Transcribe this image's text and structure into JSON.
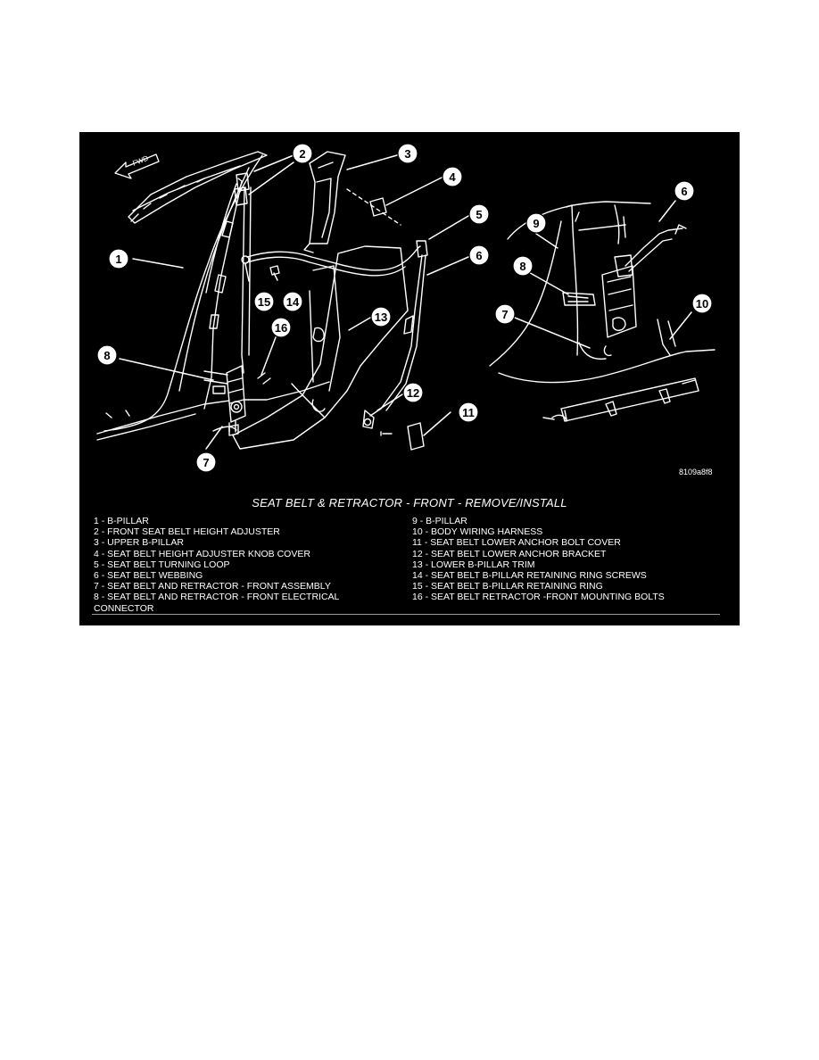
{
  "figure": {
    "title": "SEAT BELT & RETRACTOR - FRONT - REMOVE/INSTALL",
    "code": "8109a8f8",
    "fwd_label": "FWD",
    "colors": {
      "background": "#000000",
      "line": "#ffffff",
      "callout_fill": "#ffffff"
    }
  },
  "callouts": [
    "1",
    "2",
    "3",
    "4",
    "5",
    "6",
    "13",
    "15",
    "14",
    "16",
    "8",
    "7",
    "12",
    "11",
    "9",
    "6",
    "8",
    "7",
    "10"
  ],
  "legend": {
    "left": [
      "1 - B-PILLAR",
      "2 - FRONT SEAT BELT HEIGHT ADJUSTER",
      "3 - UPPER B-PILLAR",
      "4 - SEAT BELT HEIGHT ADJUSTER KNOB COVER",
      "5 - SEAT BELT TURNING LOOP",
      "6 - SEAT BELT WEBBING",
      "7 - SEAT BELT AND RETRACTOR - FRONT ASSEMBLY",
      "8 - SEAT BELT AND RETRACTOR - FRONT ELECTRICAL CONNECTOR"
    ],
    "right": [
      "9 - B-PILLAR",
      "10 - BODY WIRING HARNESS",
      "11 - SEAT BELT LOWER ANCHOR BOLT COVER",
      "12 - SEAT BELT LOWER ANCHOR BRACKET",
      "13 - LOWER B-PILLAR TRIM",
      "14 - SEAT BELT B-PILLAR RETAINING RING SCREWS",
      "15 - SEAT BELT B-PILLAR RETAINING RING",
      "16 - SEAT BELT RETRACTOR -FRONT MOUNTING BOLTS"
    ]
  }
}
